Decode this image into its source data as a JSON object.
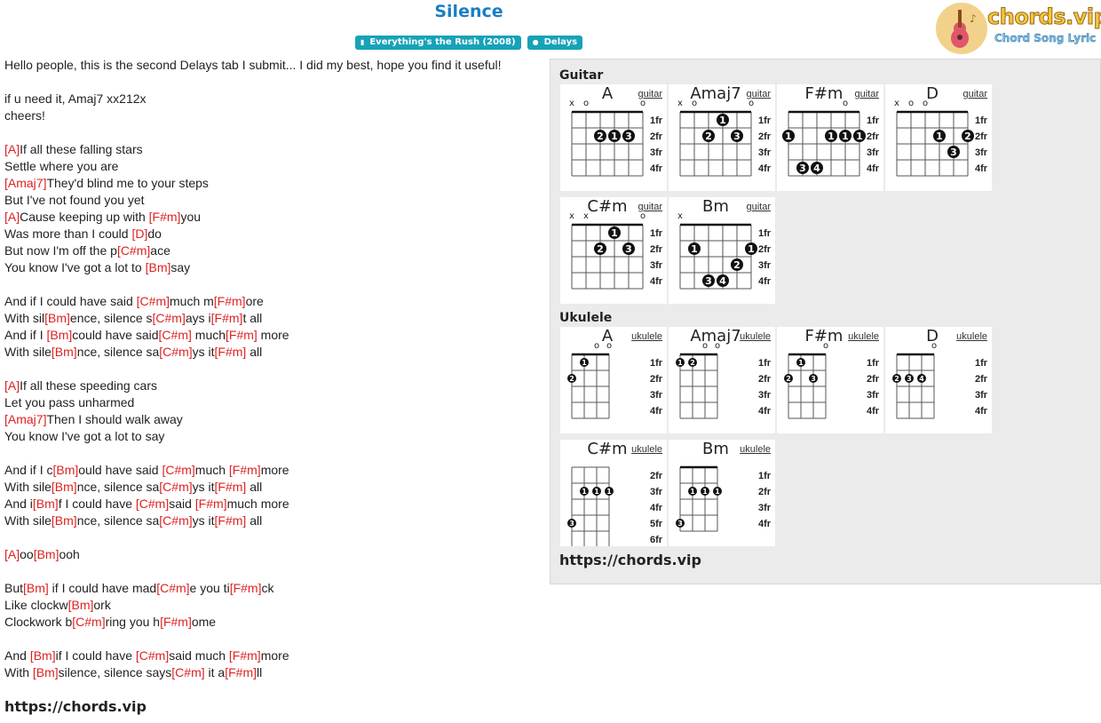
{
  "title": "Silence",
  "badges": [
    {
      "icon": "book-icon",
      "label": "Everything's the Rush (2008)"
    },
    {
      "icon": "user-icon",
      "label": "Delays"
    }
  ],
  "logo": {
    "text": "chords.vip",
    "tagline": "Chord Song Lyric"
  },
  "lyrics": [
    [
      [
        "t",
        "Hello people, this is the second Delays tab I submit... I did my best, hope you find it useful!"
      ]
    ],
    [],
    [
      [
        "t",
        "if u need it, Amaj7 xx212x"
      ]
    ],
    [
      [
        "t",
        "cheers!"
      ]
    ],
    [],
    [
      [
        "c",
        "[A]"
      ],
      [
        "t",
        "If all these falling stars"
      ]
    ],
    [
      [
        "t",
        "Settle where you are"
      ]
    ],
    [
      [
        "c",
        "[Amaj7]"
      ],
      [
        "t",
        "They'd blind me to your steps"
      ]
    ],
    [
      [
        "t",
        "But I've not found you yet"
      ]
    ],
    [
      [
        "c",
        "[A]"
      ],
      [
        "t",
        "Cause keeping up with "
      ],
      [
        "c",
        "[F#m]"
      ],
      [
        "t",
        "you"
      ]
    ],
    [
      [
        "t",
        "Was more than I could "
      ],
      [
        "c",
        "[D]"
      ],
      [
        "t",
        "do"
      ]
    ],
    [
      [
        "t",
        "But now I'm off the p"
      ],
      [
        "c",
        "[C#m]"
      ],
      [
        "t",
        "ace"
      ]
    ],
    [
      [
        "t",
        "You know I've got a lot to "
      ],
      [
        "c",
        "[Bm]"
      ],
      [
        "t",
        "say"
      ]
    ],
    [],
    [
      [
        "t",
        "And if I could have said "
      ],
      [
        "c",
        "[C#m]"
      ],
      [
        "t",
        "much m"
      ],
      [
        "c",
        "[F#m]"
      ],
      [
        "t",
        "ore"
      ]
    ],
    [
      [
        "t",
        "With sil"
      ],
      [
        "c",
        "[Bm]"
      ],
      [
        "t",
        "ence, silence s"
      ],
      [
        "c",
        "[C#m]"
      ],
      [
        "t",
        "ays i"
      ],
      [
        "c",
        "[F#m]"
      ],
      [
        "t",
        "t all"
      ]
    ],
    [
      [
        "t",
        "And if I "
      ],
      [
        "c",
        "[Bm]"
      ],
      [
        "t",
        "could have said"
      ],
      [
        "c",
        "[C#m]"
      ],
      [
        "t",
        " much"
      ],
      [
        "c",
        "[F#m]"
      ],
      [
        "t",
        " more"
      ]
    ],
    [
      [
        "t",
        "With sile"
      ],
      [
        "c",
        "[Bm]"
      ],
      [
        "t",
        "nce, silence sa"
      ],
      [
        "c",
        "[C#m]"
      ],
      [
        "t",
        "ys it"
      ],
      [
        "c",
        "[F#m]"
      ],
      [
        "t",
        " all"
      ]
    ],
    [],
    [
      [
        "c",
        "[A]"
      ],
      [
        "t",
        "If all these speeding cars"
      ]
    ],
    [
      [
        "t",
        "Let you pass unharmed"
      ]
    ],
    [
      [
        "c",
        "[Amaj7]"
      ],
      [
        "t",
        "Then I should walk away"
      ]
    ],
    [
      [
        "t",
        "You know I've got a lot to say"
      ]
    ],
    [],
    [
      [
        "t",
        "And if I c"
      ],
      [
        "c",
        "[Bm]"
      ],
      [
        "t",
        "ould have said "
      ],
      [
        "c",
        "[C#m]"
      ],
      [
        "t",
        "much "
      ],
      [
        "c",
        "[F#m]"
      ],
      [
        "t",
        "more"
      ]
    ],
    [
      [
        "t",
        "With sile"
      ],
      [
        "c",
        "[Bm]"
      ],
      [
        "t",
        "nce, silence sa"
      ],
      [
        "c",
        "[C#m]"
      ],
      [
        "t",
        "ys it"
      ],
      [
        "c",
        "[F#m]"
      ],
      [
        "t",
        " all"
      ]
    ],
    [
      [
        "t",
        "And i"
      ],
      [
        "c",
        "[Bm]"
      ],
      [
        "t",
        "f I could have "
      ],
      [
        "c",
        "[C#m]"
      ],
      [
        "t",
        "said "
      ],
      [
        "c",
        "[F#m]"
      ],
      [
        "t",
        "much more"
      ]
    ],
    [
      [
        "t",
        "With sile"
      ],
      [
        "c",
        "[Bm]"
      ],
      [
        "t",
        "nce, silence sa"
      ],
      [
        "c",
        "[C#m]"
      ],
      [
        "t",
        "ys it"
      ],
      [
        "c",
        "[F#m]"
      ],
      [
        "t",
        " all"
      ]
    ],
    [],
    [
      [
        "c",
        "[A]"
      ],
      [
        "t",
        "oo"
      ],
      [
        "c",
        "[Bm]"
      ],
      [
        "t",
        "ooh"
      ]
    ],
    [],
    [
      [
        "t",
        "But"
      ],
      [
        "c",
        "[Bm]"
      ],
      [
        "t",
        " if I could have mad"
      ],
      [
        "c",
        "[C#m]"
      ],
      [
        "t",
        "e you ti"
      ],
      [
        "c",
        "[F#m]"
      ],
      [
        "t",
        "ck"
      ]
    ],
    [
      [
        "t",
        "Like clockw"
      ],
      [
        "c",
        "[Bm]"
      ],
      [
        "t",
        "ork"
      ]
    ],
    [
      [
        "t",
        "Clockwork b"
      ],
      [
        "c",
        "[C#m]"
      ],
      [
        "t",
        "ring you h"
      ],
      [
        "c",
        "[F#m]"
      ],
      [
        "t",
        "ome"
      ]
    ],
    [],
    [
      [
        "t",
        "And "
      ],
      [
        "c",
        "[Bm]"
      ],
      [
        "t",
        "if I could have "
      ],
      [
        "c",
        "[C#m]"
      ],
      [
        "t",
        "said much "
      ],
      [
        "c",
        "[F#m]"
      ],
      [
        "t",
        "more"
      ]
    ],
    [
      [
        "t",
        "With "
      ],
      [
        "c",
        "[Bm]"
      ],
      [
        "t",
        "silence, silence says"
      ],
      [
        "c",
        "[C#m]"
      ],
      [
        "t",
        " it a"
      ],
      [
        "c",
        "[F#m]"
      ],
      [
        "t",
        "ll"
      ]
    ]
  ],
  "footer_link": "https://chords.vip",
  "panel": {
    "guitar_label": "Guitar",
    "ukulele_label": "Ukulele",
    "link": "https://chords.vip",
    "guitar": [
      {
        "name": "A",
        "type": "guitar",
        "frets": [
          "1fr",
          "2fr",
          "3fr",
          "4fr"
        ],
        "top": [
          "x",
          "o",
          "",
          "",
          "",
          "o"
        ],
        "dots": [
          [
            2,
            2,
            "2"
          ],
          [
            3,
            2,
            "1"
          ],
          [
            4,
            2,
            "3"
          ]
        ]
      },
      {
        "name": "Amaj7",
        "type": "guitar",
        "frets": [
          "1fr",
          "2fr",
          "3fr",
          "4fr"
        ],
        "top": [
          "x",
          "o",
          "",
          "",
          "",
          "o"
        ],
        "dots": [
          [
            3,
            1,
            "1"
          ],
          [
            2,
            2,
            "2"
          ],
          [
            4,
            2,
            "3"
          ]
        ]
      },
      {
        "name": "F#m",
        "type": "guitar",
        "frets": [
          "1fr",
          "2fr",
          "3fr",
          "4fr"
        ],
        "top": [
          "",
          "",
          "",
          "",
          "o",
          ""
        ],
        "dots": [
          [
            0,
            2,
            "1"
          ],
          [
            3,
            2,
            "1"
          ],
          [
            4,
            2,
            "1"
          ],
          [
            5,
            2,
            "1"
          ],
          [
            1,
            4,
            "3"
          ],
          [
            2,
            4,
            "4"
          ]
        ]
      },
      {
        "name": "D",
        "type": "guitar",
        "frets": [
          "1fr",
          "2fr",
          "3fr",
          "4fr"
        ],
        "top": [
          "x",
          "o",
          "o",
          "",
          "",
          ""
        ],
        "dots": [
          [
            3,
            2,
            "1"
          ],
          [
            5,
            2,
            "2"
          ],
          [
            4,
            3,
            "3"
          ]
        ]
      },
      {
        "name": "C#m",
        "type": "guitar",
        "frets": [
          "1fr",
          "2fr",
          "3fr",
          "4fr"
        ],
        "top": [
          "x",
          "x",
          "",
          "",
          "",
          "o"
        ],
        "dots": [
          [
            3,
            1,
            "1"
          ],
          [
            2,
            2,
            "2"
          ],
          [
            4,
            2,
            "3"
          ]
        ]
      },
      {
        "name": "Bm",
        "type": "guitar",
        "frets": [
          "1fr",
          "2fr",
          "3fr",
          "4fr"
        ],
        "top": [
          "x",
          "",
          "",
          "",
          "",
          ""
        ],
        "dots": [
          [
            1,
            2,
            "1"
          ],
          [
            5,
            2,
            "1"
          ],
          [
            4,
            3,
            "2"
          ],
          [
            2,
            4,
            "3"
          ],
          [
            3,
            4,
            "4"
          ]
        ]
      }
    ],
    "ukulele": [
      {
        "name": "A",
        "type": "ukulele",
        "frets": [
          "1fr",
          "2fr",
          "3fr",
          "4fr"
        ],
        "top": [
          "",
          "",
          "o",
          "o"
        ],
        "dots": [
          [
            1,
            1,
            "1"
          ],
          [
            0,
            2,
            "2"
          ]
        ]
      },
      {
        "name": "Amaj7",
        "type": "ukulele",
        "frets": [
          "1fr",
          "2fr",
          "3fr",
          "4fr"
        ],
        "top": [
          "",
          "",
          "o",
          "o"
        ],
        "dots": [
          [
            0,
            1,
            "1"
          ],
          [
            1,
            1,
            "2"
          ]
        ]
      },
      {
        "name": "F#m",
        "type": "ukulele",
        "frets": [
          "1fr",
          "2fr",
          "3fr",
          "4fr"
        ],
        "top": [
          "",
          "",
          "",
          "o"
        ],
        "dots": [
          [
            1,
            1,
            "1"
          ],
          [
            0,
            2,
            "2"
          ],
          [
            2,
            2,
            "3"
          ]
        ]
      },
      {
        "name": "D",
        "type": "ukulele",
        "frets": [
          "1fr",
          "2fr",
          "3fr",
          "4fr"
        ],
        "top": [
          "",
          "",
          "",
          "o"
        ],
        "dots": [
          [
            0,
            2,
            "2"
          ],
          [
            1,
            2,
            "3"
          ],
          [
            2,
            2,
            "4"
          ]
        ]
      },
      {
        "name": "C#m",
        "type": "ukulele",
        "frets": [
          "2fr",
          "3fr",
          "4fr",
          "5fr",
          "6fr"
        ],
        "top": [
          "",
          "",
          "",
          ""
        ],
        "dots": [
          [
            1,
            2,
            "1"
          ],
          [
            2,
            2,
            "1"
          ],
          [
            3,
            2,
            "1"
          ],
          [
            0,
            4,
            "3"
          ]
        ]
      },
      {
        "name": "Bm",
        "type": "ukulele",
        "frets": [
          "1fr",
          "2fr",
          "3fr",
          "4fr"
        ],
        "top": [
          "",
          "",
          "",
          ""
        ],
        "dots": [
          [
            1,
            2,
            "1"
          ],
          [
            2,
            2,
            "1"
          ],
          [
            3,
            2,
            "1"
          ],
          [
            0,
            4,
            "3"
          ]
        ]
      }
    ]
  }
}
